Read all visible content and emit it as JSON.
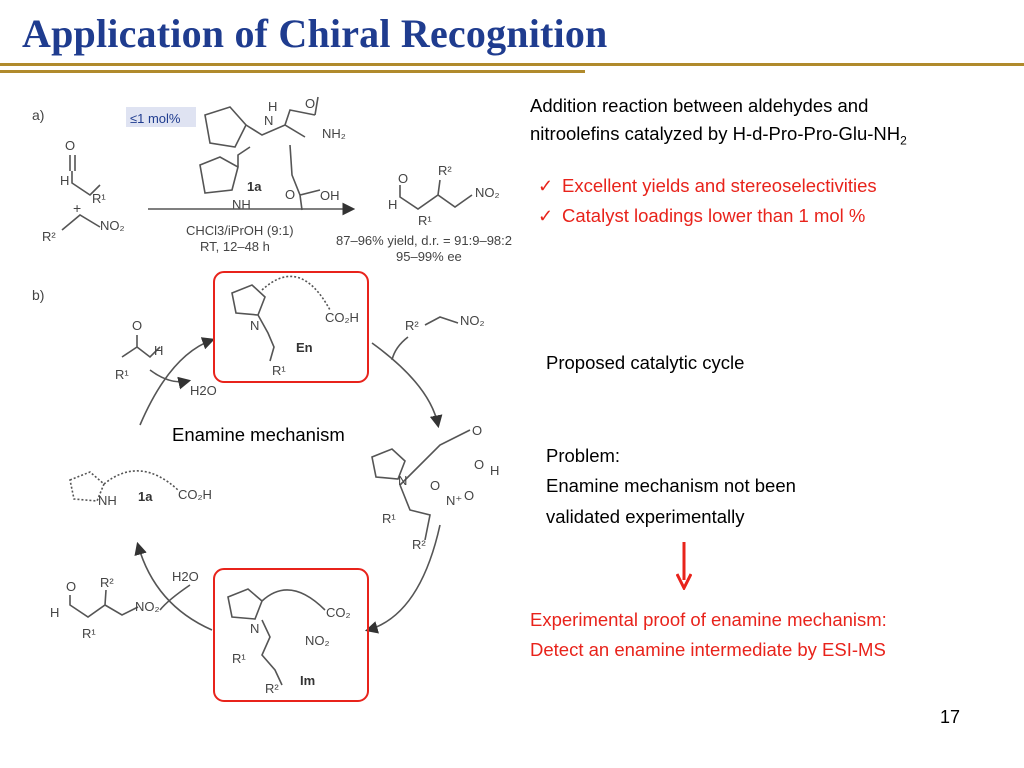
{
  "slide": {
    "title": "Application of Chiral Recognition",
    "page_number": "17",
    "colors": {
      "title": "#1f3c8f",
      "accent_rule": "#b08a2c",
      "highlight": "#e8231b"
    }
  },
  "right_panel": {
    "intro_line1": "Addition reaction between aldehydes and",
    "intro_line2": "nitroolefins catalyzed by H-d-Pro-Pro-Glu-NH",
    "intro_sub": "2",
    "bullets": [
      "Excellent yields and stereoselectivities",
      "Catalyst loadings lower than 1 mol %"
    ],
    "cycle_caption": "Proposed catalytic cycle",
    "problem_label": "Problem:",
    "problem_line1": "Enamine mechanism not been",
    "problem_line2": "validated experimentally",
    "proof_line1": "Experimental proof of enamine mechanism:",
    "proof_line2": "Detect an enamine intermediate by ESI-MS"
  },
  "figure": {
    "panel_a": {
      "label": "a)",
      "loading": "≤1 mol%",
      "catalyst_id": "1a",
      "conditions_line1": "CHCl3/iPrOH (9:1)",
      "conditions_line2": "RT, 12–48 h",
      "result_line1": "87–96% yield, d.r. = 91:9–98:2",
      "result_line2": "95–99% ee"
    },
    "panel_b": {
      "label": "b)",
      "enamine_mechanism_label": "Enamine mechanism",
      "enamine_label": "En",
      "iminium_label": "Im",
      "catalyst_label": "1a",
      "water": "H2O"
    }
  }
}
